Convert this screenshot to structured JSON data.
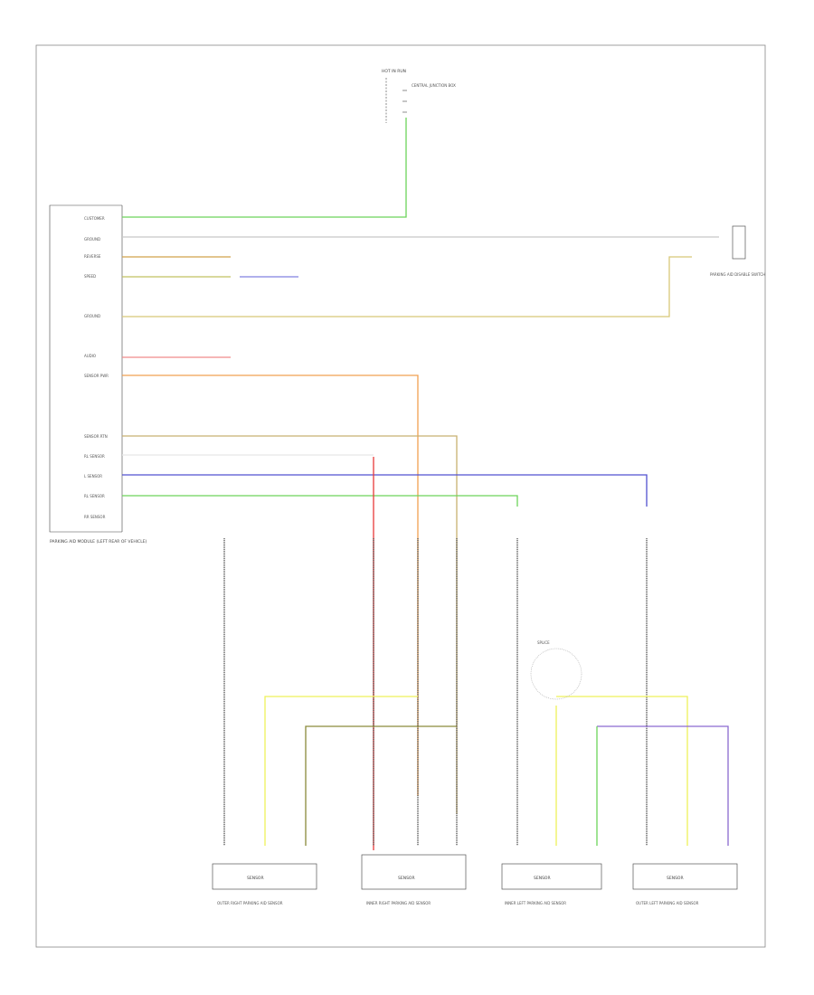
{
  "module": {
    "label_line1": "PARKING AID MODULE (LEFT REAR OF VEHICLE)",
    "label_line2": "",
    "pins": [
      "CUSTOMER",
      "GROUND",
      "REVERSE",
      "SPEED",
      "",
      "GROUND",
      "",
      "AUDIO",
      "SENSOR PWR",
      "",
      "",
      "SENSOR RTN",
      "RL SENSOR",
      "L SENSOR",
      "RL SENSOR",
      "RR SENSOR"
    ]
  },
  "fuse": {
    "label": "HOT IN RUN",
    "detail": "CENTRAL JUNCTION BOX"
  },
  "switch_label": "PARKING AID DISABLE SWITCH",
  "splice_label": "SPLICE",
  "sensors": [
    {
      "name": "SENSOR",
      "caption": "OUTER RIGHT PARKING AID SENSOR"
    },
    {
      "name": "SENSOR",
      "caption": "INNER RIGHT PARKING AID SENSOR"
    },
    {
      "name": "SENSOR",
      "caption": "INNER LEFT PARKING AID SENSOR"
    },
    {
      "name": "SENSOR",
      "caption": "OUTER LEFT PARKING AID SENSOR"
    }
  ],
  "footer": "",
  "colors": {
    "green": "#6cd45a",
    "yellow": "#eef05a",
    "orange": "#f0a050",
    "red": "#e83a3a",
    "blue": "#5050d0",
    "tan": "#c8b070",
    "olive": "#8a8a3a",
    "purple": "#8a6ad0",
    "gray": "#b0b0b0"
  }
}
